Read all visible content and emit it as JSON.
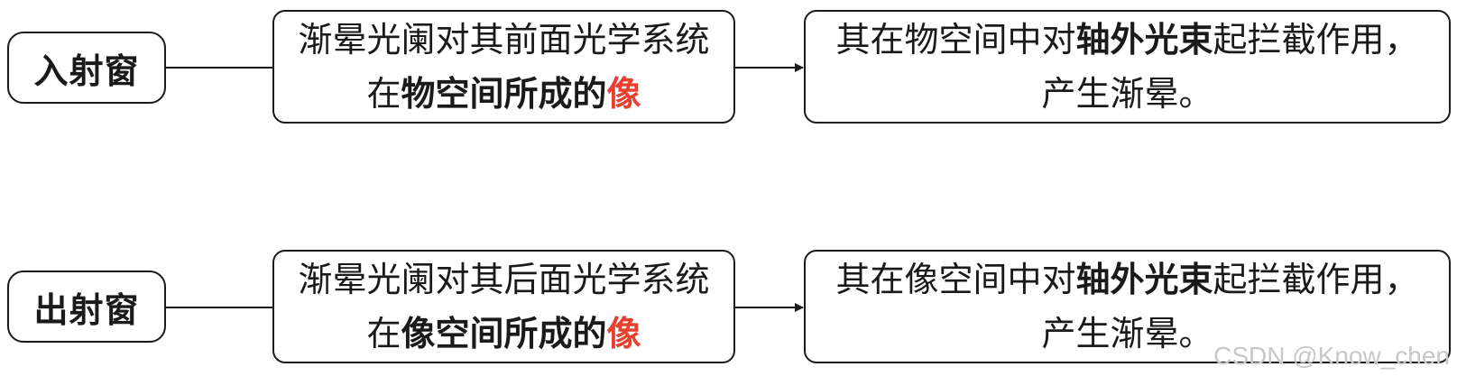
{
  "rows": [
    {
      "label": "入射窗",
      "mid": {
        "line1": "渐晕光阑对其前面光学系统",
        "line2_prefix": "在",
        "line2_bold": "物空间所成的",
        "line2_red": "像"
      },
      "right": {
        "line1_prefix": "其在物空间中对",
        "line1_bold": "轴外光束",
        "line1_suffix": "起拦截作用，",
        "line2": "产生渐晕。"
      }
    },
    {
      "label": "出射窗",
      "mid": {
        "line1": "渐晕光阑对其后面光学系统",
        "line2_prefix": "在",
        "line2_bold": "像空间所成的",
        "line2_red": "像"
      },
      "right": {
        "line1_prefix": "其在像空间中对",
        "line1_bold": "轴外光束",
        "line1_suffix": "起拦截作用，",
        "line2": "产生渐晕。"
      }
    }
  ],
  "watermark": "CSDN @Know_chen",
  "colors": {
    "accent_red": "#e8402f",
    "stroke": "#1a1a1a"
  }
}
